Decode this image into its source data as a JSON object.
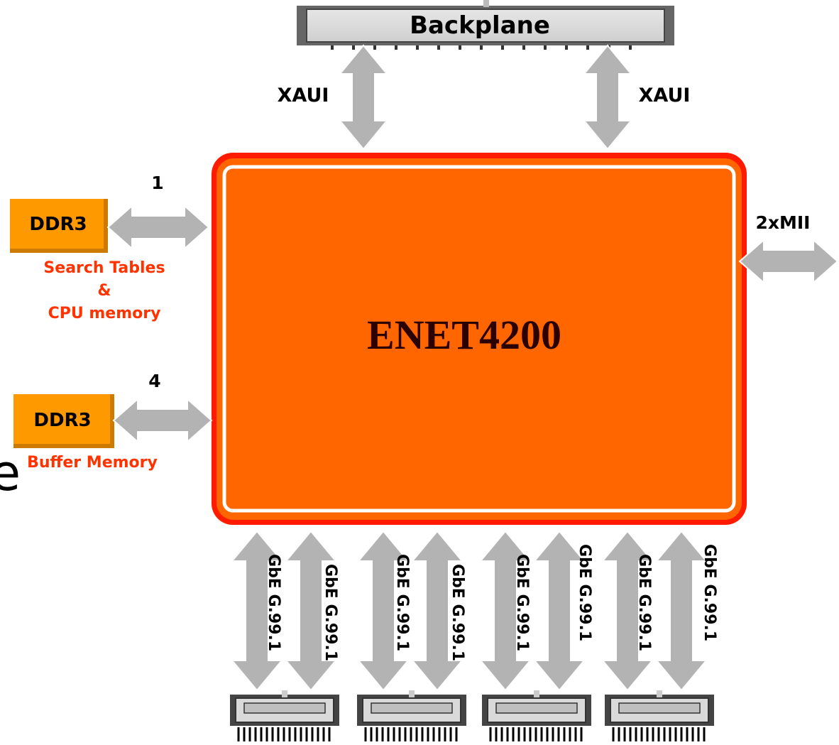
{
  "backplane": {
    "label": "Backplane"
  },
  "chip": {
    "label": "ENET4200"
  },
  "xaui_left": {
    "label": "XAUI"
  },
  "xaui_right": {
    "label": "XAUI"
  },
  "mii": {
    "label": "2xMII"
  },
  "ddr_search": {
    "box_label": "DDR3",
    "count": "1",
    "caption_line1": "Search Tables",
    "caption_line2": "&",
    "caption_line3": "CPU memory"
  },
  "ddr_buffer": {
    "box_label": "DDR3",
    "count": "4",
    "caption": "Buffer Memory"
  },
  "gbe_links": [
    {
      "label": "GbE G.99.1"
    },
    {
      "label": "GbE G.99.1"
    },
    {
      "label": "GbE G.99.1"
    },
    {
      "label": "GbE G.99.1"
    },
    {
      "label": "GbE G.99.1"
    },
    {
      "label": "GbE G.99.1"
    },
    {
      "label": "GbE G.99.1"
    },
    {
      "label": "GbE G.99.1"
    }
  ],
  "colors": {
    "chip_fill": "#ff6600",
    "chip_border": "#ff1a00",
    "ddr_fill": "#ff9900",
    "arrow_fill": "#b3b3b3",
    "caption_text": "#ff3300",
    "backplane_fill": "#d9d9d9"
  }
}
